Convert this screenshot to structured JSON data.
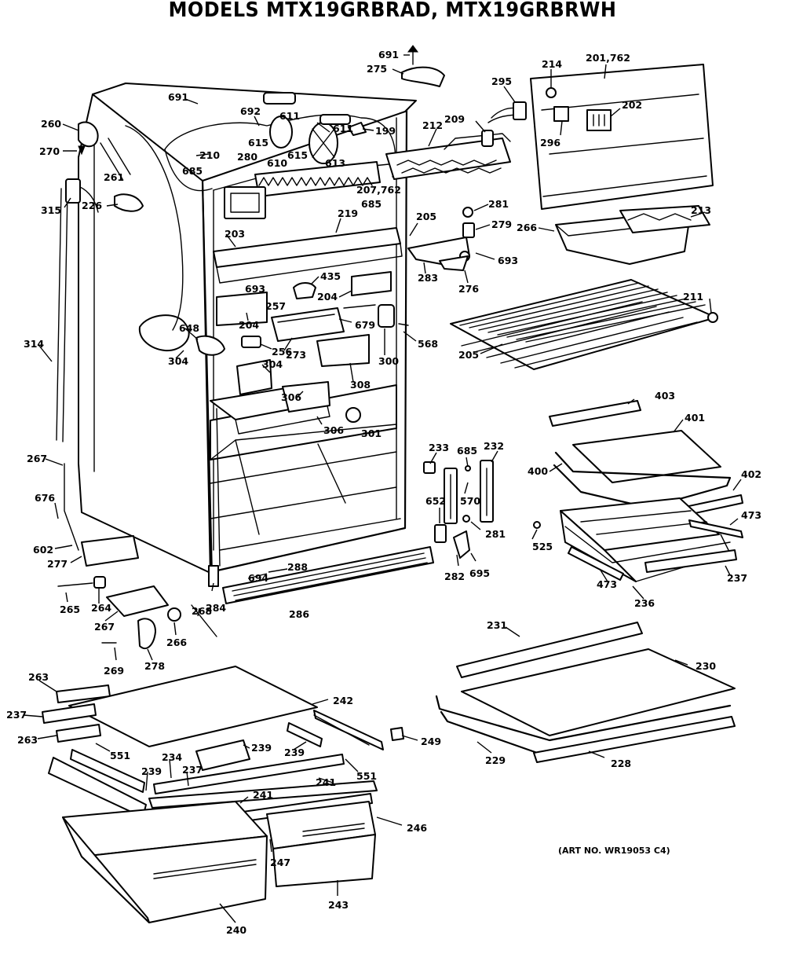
{
  "title": "MODELS MTX19GRBRAD, MTX19GRBRWH",
  "art_number": "(ART NO. WR19053 C4)",
  "part_labels": [
    {
      "id": "691a",
      "text": "691"
    },
    {
      "id": "275",
      "text": "275"
    },
    {
      "id": "214",
      "text": "214"
    },
    {
      "id": "201_762",
      "text": "201,762"
    },
    {
      "id": "691b",
      "text": "691"
    },
    {
      "id": "692",
      "text": "692"
    },
    {
      "id": "611a",
      "text": "611"
    },
    {
      "id": "611b",
      "text": "611"
    },
    {
      "id": "199",
      "text": "199"
    },
    {
      "id": "295",
      "text": "295"
    },
    {
      "id": "209",
      "text": "209"
    },
    {
      "id": "202",
      "text": "202"
    },
    {
      "id": "260",
      "text": "260"
    },
    {
      "id": "270",
      "text": "270"
    },
    {
      "id": "615a",
      "text": "615"
    },
    {
      "id": "610",
      "text": "610"
    },
    {
      "id": "615b",
      "text": "615"
    },
    {
      "id": "613",
      "text": "613"
    },
    {
      "id": "212",
      "text": "212"
    },
    {
      "id": "296",
      "text": "296"
    },
    {
      "id": "210",
      "text": "210"
    },
    {
      "id": "280",
      "text": "280"
    },
    {
      "id": "685a",
      "text": "685"
    },
    {
      "id": "261",
      "text": "261"
    },
    {
      "id": "207_762",
      "text": "207,762"
    },
    {
      "id": "685b",
      "text": "685"
    },
    {
      "id": "226",
      "text": "226"
    },
    {
      "id": "315",
      "text": "315"
    },
    {
      "id": "219",
      "text": "219"
    },
    {
      "id": "205a",
      "text": "205"
    },
    {
      "id": "281a",
      "text": "281"
    },
    {
      "id": "279",
      "text": "279"
    },
    {
      "id": "213",
      "text": "213"
    },
    {
      "id": "266",
      "text": "266"
    },
    {
      "id": "203",
      "text": "203"
    },
    {
      "id": "283",
      "text": "283"
    },
    {
      "id": "693a",
      "text": "693"
    },
    {
      "id": "276",
      "text": "276"
    },
    {
      "id": "693b",
      "text": "693"
    },
    {
      "id": "435",
      "text": "435"
    },
    {
      "id": "204a",
      "text": "204"
    },
    {
      "id": "257",
      "text": "257"
    },
    {
      "id": "211",
      "text": "211"
    },
    {
      "id": "204b",
      "text": "204"
    },
    {
      "id": "679",
      "text": "679"
    },
    {
      "id": "648",
      "text": "648"
    },
    {
      "id": "256",
      "text": "256"
    },
    {
      "id": "273",
      "text": "273"
    },
    {
      "id": "568",
      "text": "568"
    },
    {
      "id": "314",
      "text": "314"
    },
    {
      "id": "304a",
      "text": "304"
    },
    {
      "id": "304b",
      "text": "304"
    },
    {
      "id": "300",
      "text": "300"
    },
    {
      "id": "205b",
      "text": "205"
    },
    {
      "id": "308",
      "text": "308"
    },
    {
      "id": "306a",
      "text": "306"
    },
    {
      "id": "403",
      "text": "403"
    },
    {
      "id": "306b",
      "text": "306"
    },
    {
      "id": "301",
      "text": "301"
    },
    {
      "id": "401",
      "text": "401"
    },
    {
      "id": "233",
      "text": "233"
    },
    {
      "id": "685c",
      "text": "685"
    },
    {
      "id": "232",
      "text": "232"
    },
    {
      "id": "267a",
      "text": "267"
    },
    {
      "id": "400",
      "text": "400"
    },
    {
      "id": "402",
      "text": "402"
    },
    {
      "id": "676",
      "text": "676"
    },
    {
      "id": "570",
      "text": "570"
    },
    {
      "id": "652",
      "text": "652"
    },
    {
      "id": "281b",
      "text": "281"
    },
    {
      "id": "473a",
      "text": "473"
    },
    {
      "id": "602",
      "text": "602"
    },
    {
      "id": "525",
      "text": "525"
    },
    {
      "id": "277",
      "text": "277"
    },
    {
      "id": "694",
      "text": "694"
    },
    {
      "id": "288",
      "text": "288"
    },
    {
      "id": "282",
      "text": "282"
    },
    {
      "id": "695",
      "text": "695"
    },
    {
      "id": "473b",
      "text": "473"
    },
    {
      "id": "237a",
      "text": "237"
    },
    {
      "id": "284",
      "text": "284"
    },
    {
      "id": "265",
      "text": "265"
    },
    {
      "id": "264",
      "text": "264"
    },
    {
      "id": "286",
      "text": "286"
    },
    {
      "id": "236",
      "text": "236"
    },
    {
      "id": "268",
      "text": "268"
    },
    {
      "id": "267b",
      "text": "267"
    },
    {
      "id": "266b",
      "text": "266"
    },
    {
      "id": "231",
      "text": "231"
    },
    {
      "id": "269",
      "text": "269"
    },
    {
      "id": "278",
      "text": "278"
    },
    {
      "id": "230",
      "text": "230"
    },
    {
      "id": "263a",
      "text": "263"
    },
    {
      "id": "242",
      "text": "242"
    },
    {
      "id": "237b",
      "text": "237"
    },
    {
      "id": "263b",
      "text": "263"
    },
    {
      "id": "249",
      "text": "249"
    },
    {
      "id": "551a",
      "text": "551"
    },
    {
      "id": "239a",
      "text": "239"
    },
    {
      "id": "239b",
      "text": "239"
    },
    {
      "id": "229",
      "text": "229"
    },
    {
      "id": "228",
      "text": "228"
    },
    {
      "id": "234",
      "text": "234"
    },
    {
      "id": "239c",
      "text": "239"
    },
    {
      "id": "237c",
      "text": "237"
    },
    {
      "id": "551b",
      "text": "551"
    },
    {
      "id": "241a",
      "text": "241"
    },
    {
      "id": "241b",
      "text": "241"
    },
    {
      "id": "246",
      "text": "246"
    },
    {
      "id": "247",
      "text": "247"
    },
    {
      "id": "243",
      "text": "243"
    },
    {
      "id": "240",
      "text": "240"
    }
  ]
}
